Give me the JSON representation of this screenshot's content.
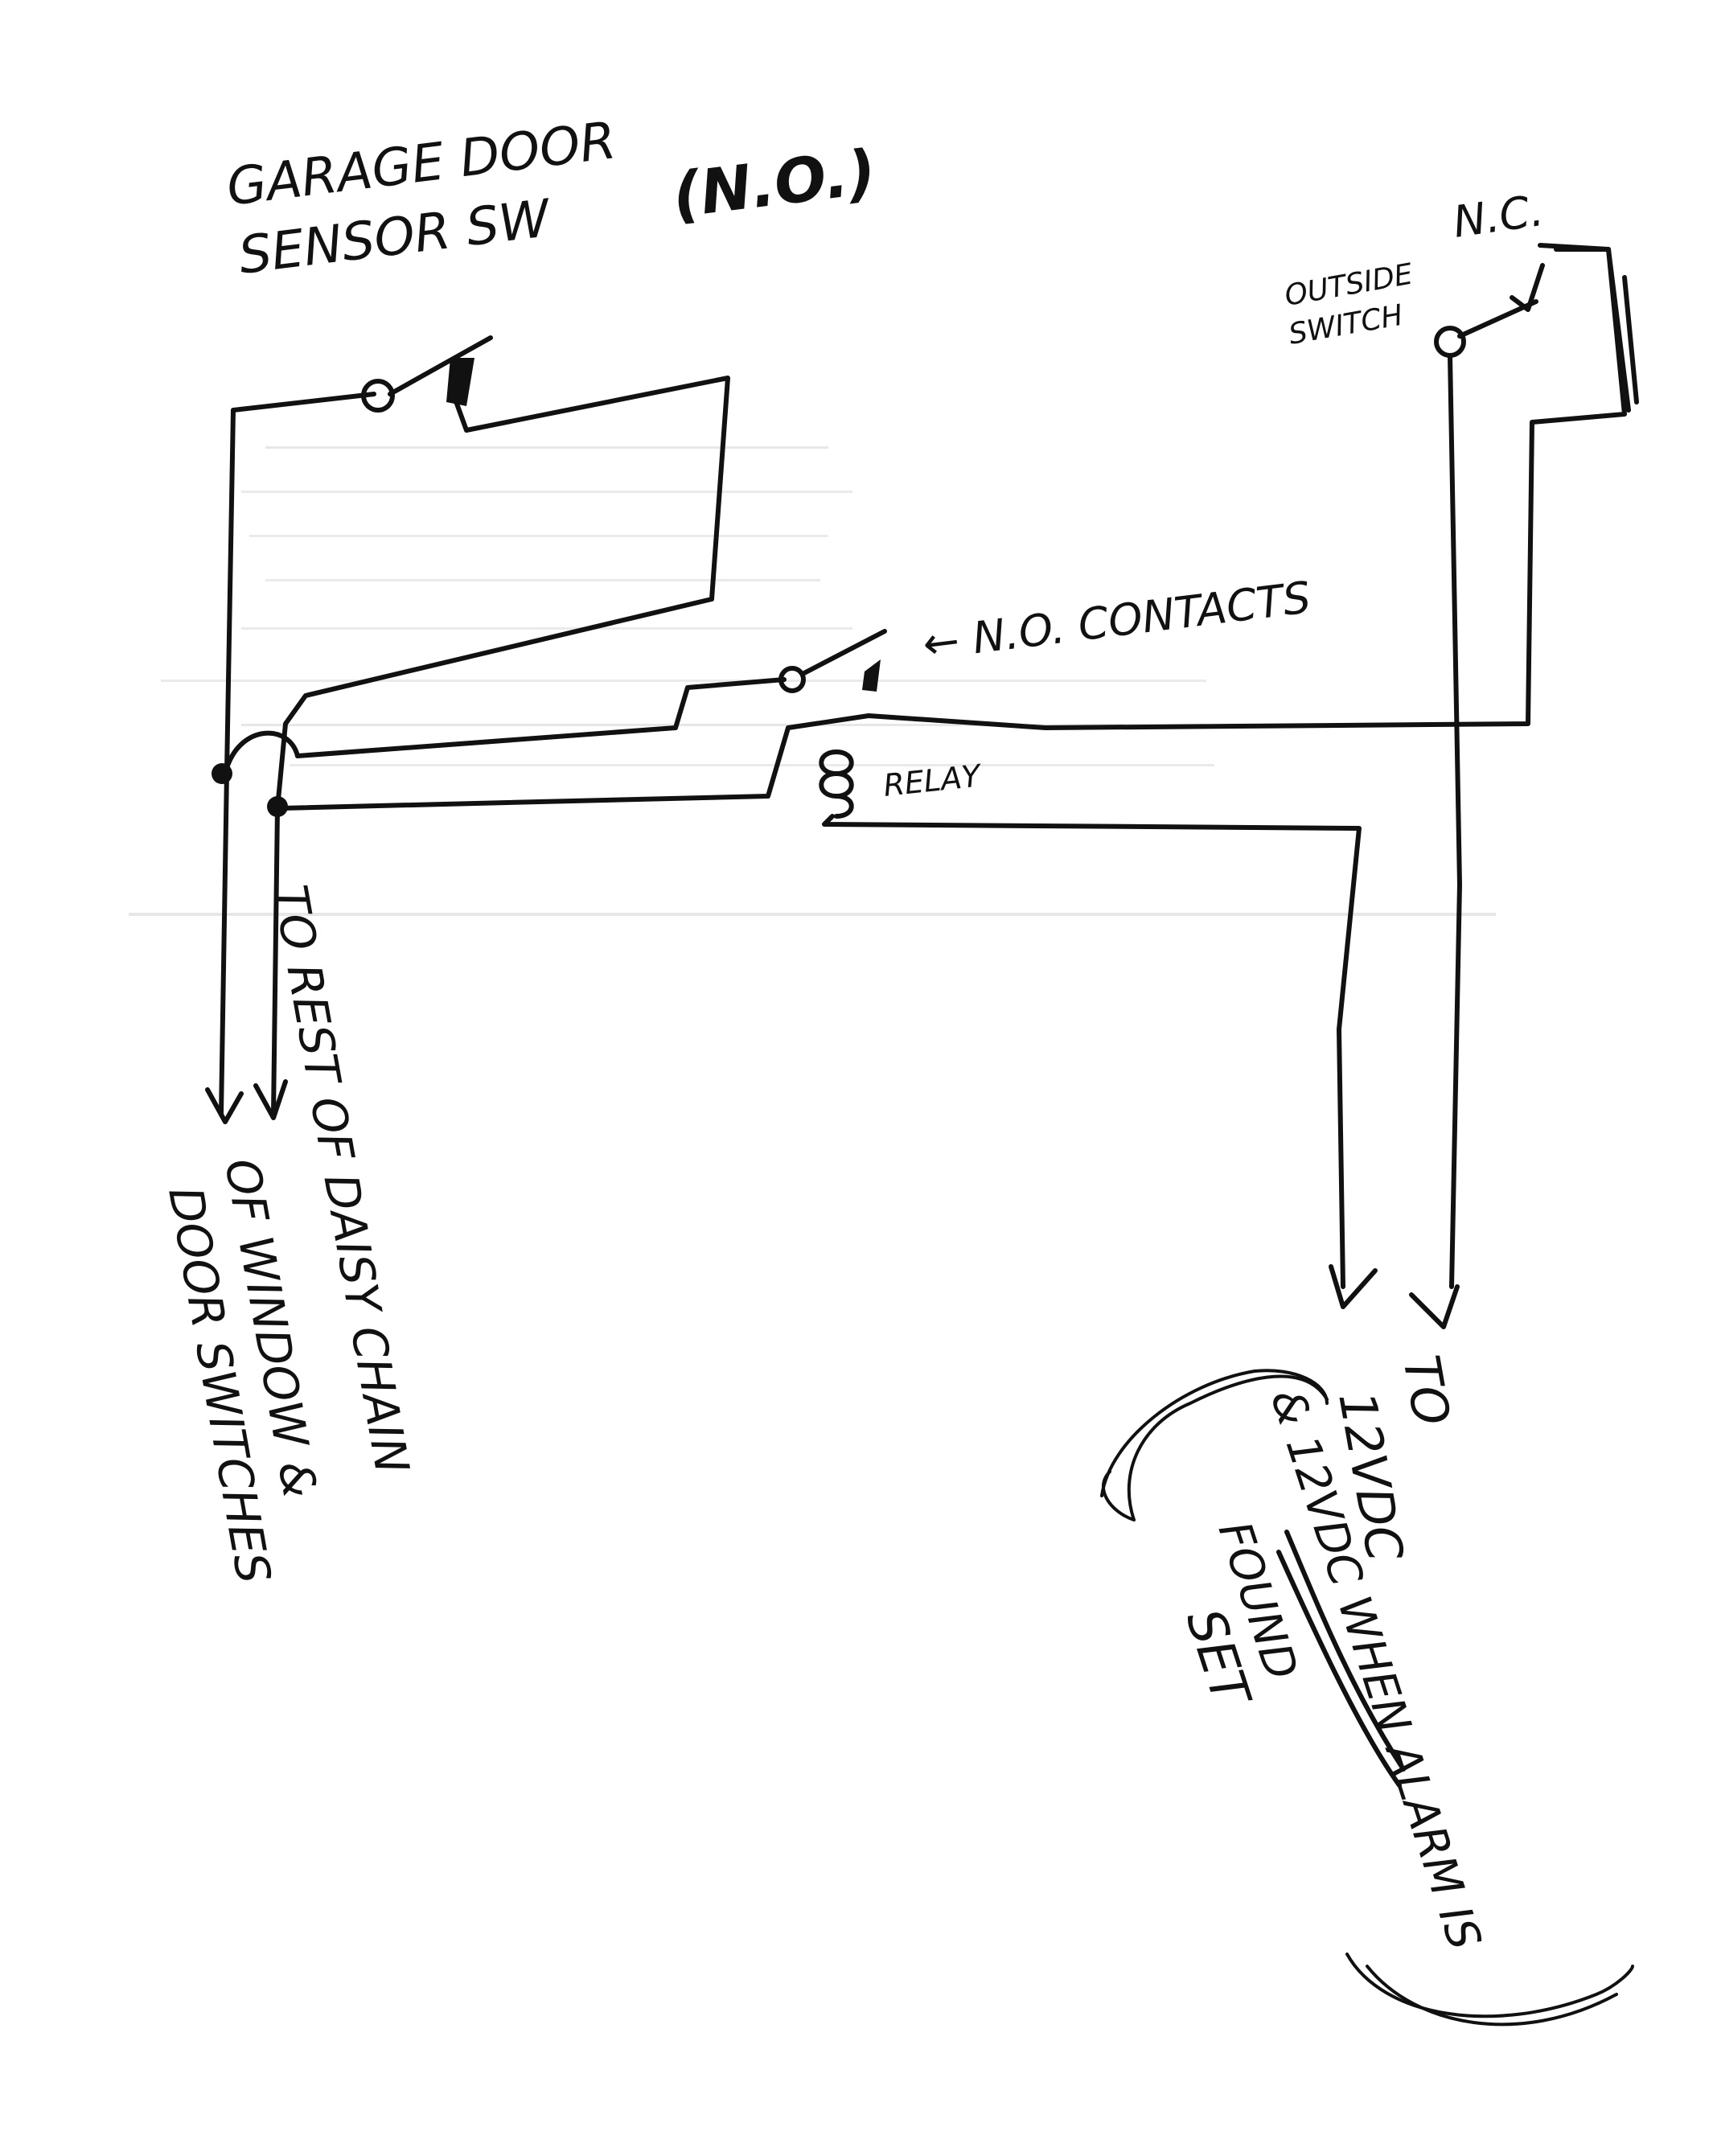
{
  "colors": {
    "ink": "#111111",
    "paper": "#ffffff",
    "speckle": "#b9b9b9"
  },
  "labels": {
    "garage_line1": "GARAGE DOOR",
    "garage_line2": "SENSOR SW",
    "garage_no": "(N.O.)",
    "nc": "N.C.",
    "outside_line1": "OUTSIDE",
    "outside_line2": "SWITCH",
    "no_contacts": "← N.O. CONTACTS",
    "relay": "RELAY",
    "rest_line1": "TO REST OF DAISY CHAIN",
    "rest_line2": "OF WINDOW &",
    "rest_line3": "DOOR SWITCHES",
    "to12_line1": "TO",
    "to12_line2": "12VDC",
    "to12_line3": "& 12VDC WHEN ALARM IS",
    "to12_struck": "FOUND",
    "to12_line4": "SET"
  }
}
